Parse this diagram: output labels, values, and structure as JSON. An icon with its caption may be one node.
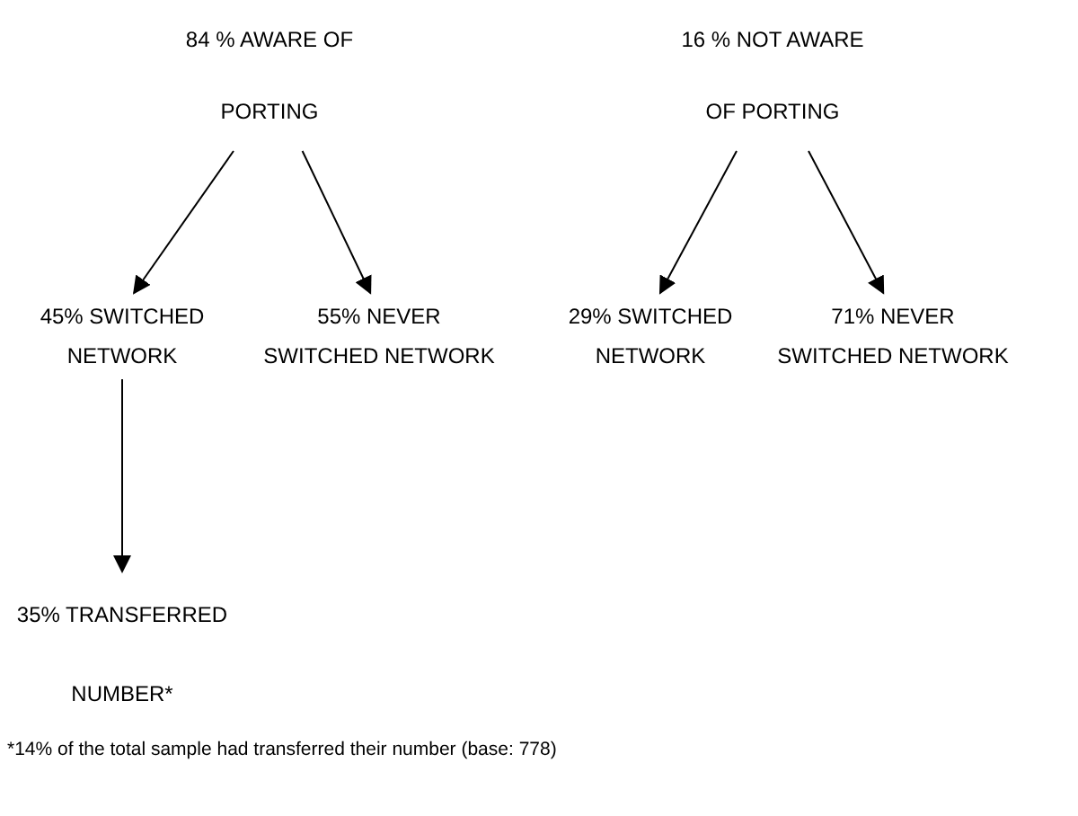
{
  "diagram": {
    "nodes": [
      {
        "text": [
          "84 % AWARE OF PORTING"
        ]
      },
      {
        "text": [
          "16 % NOT AWARE OF PORTING"
        ]
      },
      {
        "text": [
          "45% SWITCHED NETWORK"
        ]
      },
      {
        "text": [
          "55% NEVER SWITCHED NETWORK"
        ]
      },
      {
        "text": [
          "29% SWITCHED NETWORK"
        ]
      },
      {
        "text": [
          "71% NEVER SWITCHED NETWORK"
        ]
      },
      {
        "text": [
          "35% TRANSFERRED NUMBER*"
        ]
      }
    ],
    "edges": [
      {
        "from": 0,
        "to": 2,
        "arrow": "to"
      },
      {
        "from": 0,
        "to": 3,
        "arrow": "to"
      },
      {
        "from": 1,
        "to": 4,
        "arrow": "to"
      },
      {
        "from": 1,
        "to": 5,
        "arrow": "to"
      },
      {
        "from": 2,
        "to": 6,
        "arrow": "to"
      }
    ],
    "labels": [
      "*14% of the total sample had transferred their number (base: 778)"
    ]
  }
}
